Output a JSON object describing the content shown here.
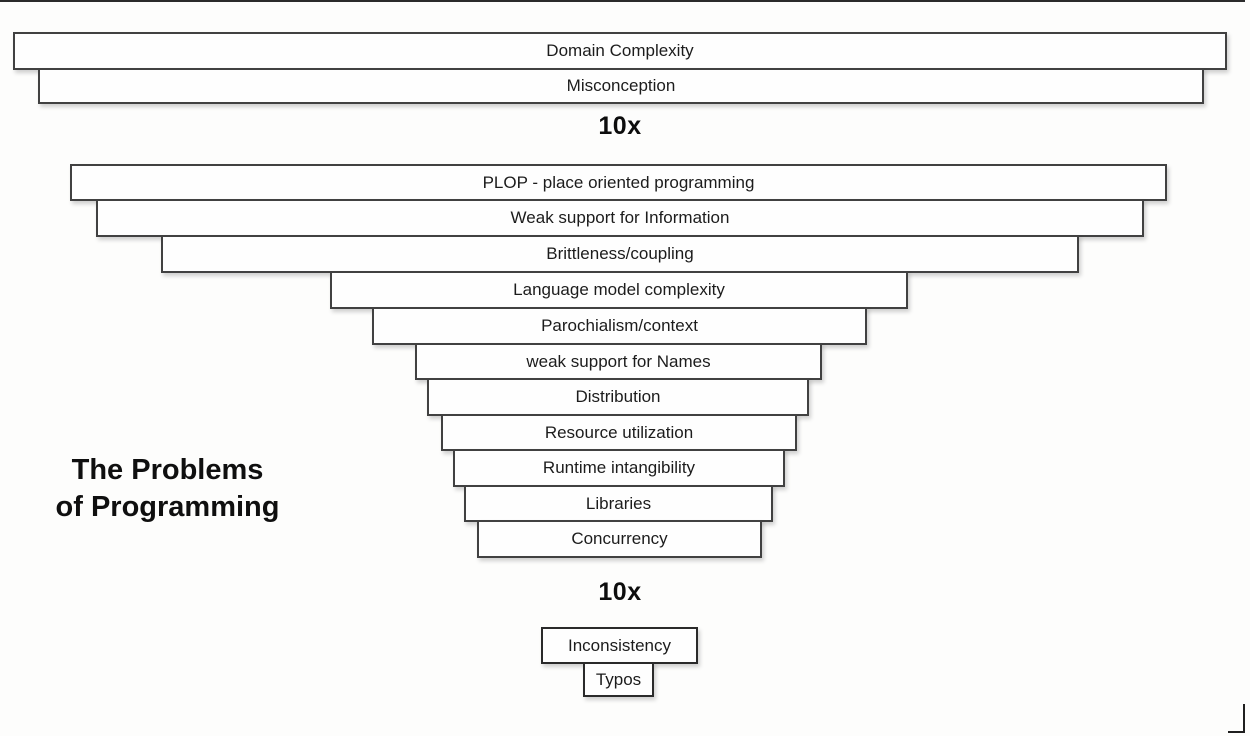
{
  "diagram": {
    "title": {
      "line1": "The Problems",
      "line2": "of Programming"
    },
    "top_multiplier": "10x",
    "bottom_multiplier": "10x",
    "top_section": {
      "rows": [
        {
          "label": "Domain Complexity"
        },
        {
          "label": "Misconception"
        }
      ]
    },
    "middle_section": {
      "rows": [
        {
          "label": "PLOP - place oriented programming"
        },
        {
          "label": "Weak support for Information"
        },
        {
          "label": "Brittleness/coupling"
        },
        {
          "label": "Language model complexity"
        },
        {
          "label": "Parochialism/context"
        },
        {
          "label": "weak support for Names"
        },
        {
          "label": "Distribution"
        },
        {
          "label": "Resource utilization"
        },
        {
          "label": "Runtime intangibility"
        },
        {
          "label": "Libraries"
        },
        {
          "label": "Concurrency"
        }
      ]
    },
    "bottom_section": {
      "rows": [
        {
          "label": "Inconsistency"
        },
        {
          "label": "Typos"
        }
      ]
    },
    "colors": {
      "background": "#fdfdfc",
      "box_fill": "#fefefe",
      "box_border": "#414141",
      "text": "#1c1c1c",
      "title_text": "#0f0f0f"
    }
  }
}
